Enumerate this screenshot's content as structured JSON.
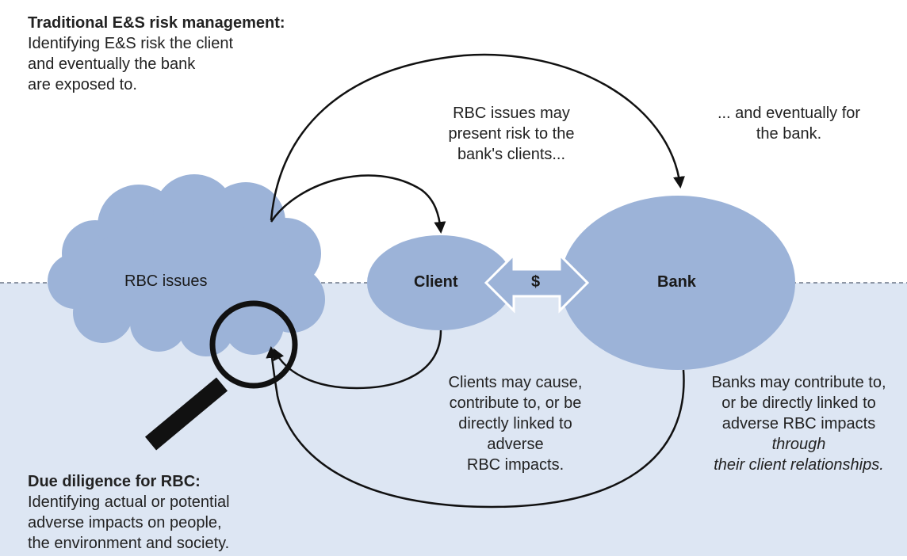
{
  "traditional": {
    "title": "Traditional E&S risk management:",
    "lines": [
      "Identifying E&S risk the client",
      "and eventually the bank",
      "are exposed to."
    ]
  },
  "rbc_present": {
    "lines": [
      "RBC issues may",
      "present risk to the",
      "bank's clients..."
    ]
  },
  "eventually_bank": {
    "lines": [
      "... and eventually for",
      "the bank."
    ]
  },
  "nodes": {
    "rbc_issues": "RBC issues",
    "client": "Client",
    "bank": "Bank",
    "money": "$"
  },
  "clients_cause": {
    "lines": [
      "Clients may cause,",
      "contribute to, or be",
      "directly linked to",
      "adverse",
      "RBC impacts."
    ]
  },
  "banks_contribute": {
    "lines": [
      "Banks may contribute to,",
      "or be directly linked to",
      "adverse RBC impacts"
    ],
    "italic_lines": [
      "through",
      "their client relationships."
    ]
  },
  "due_diligence": {
    "title": "Due diligence for RBC:",
    "lines": [
      "Identifying actual or potential",
      "adverse impacts on people,",
      "the environment and society."
    ]
  },
  "colors": {
    "shape_fill": "#9cb3d8",
    "lower_background": "#dde6f3",
    "arrow": "#111111"
  }
}
